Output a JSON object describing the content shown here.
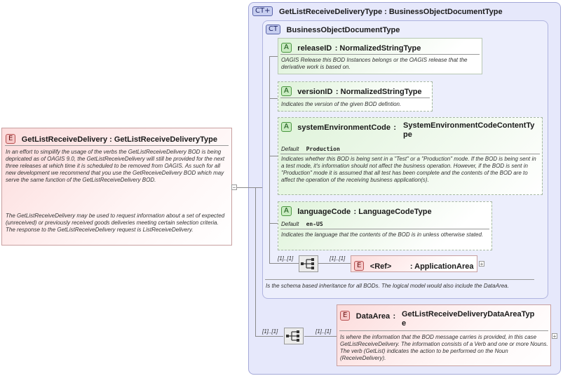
{
  "outer_ct": {
    "badge": "CT+",
    "title": "GetListReceiveDeliveryType : BusinessObjectDocumentType"
  },
  "inner_ct": {
    "badge": "CT",
    "title": "BusinessObjectDocumentType",
    "description": "Is the schema based inheritance for all BODs. The logical model would also include the DataArea."
  },
  "root": {
    "badge": "E",
    "title": "GetListReceiveDelivery : GetListReceiveDeliveryType",
    "desc1": "In an effort to simpilify the usage of the verbs the GetListReceiveDelivery BOD is being depricated as of OAGIS 9.0, the GetListReceiveDelivery will still be provided for the next three releases at which time it is scheduled to be removed from OAGIS.  As such for all new development we recommend that you use the GetReceiveDelivery BOD which may serve the same function of the GetListReceiveDelivery BOD.",
    "desc2": "The GetListReceiveDelivery may be used to request information about a set of expected (unreceived) or previously received goods deliveries meeting certain selection criteria.  The response to the GetListReceiveDelivery request is ListReceiveDelivery."
  },
  "attributes": [
    {
      "badge": "A",
      "name": "releaseID",
      "type": "NormalizedStringType",
      "description": "OAGIS Release this BOD Instances belongs or the OAGIS release that the derivative work is based on."
    },
    {
      "badge": "A",
      "name": "versionID",
      "type": "NormalizedStringType",
      "description": "Indicates the version of the given BOD defintion."
    },
    {
      "badge": "A",
      "name": "systemEnvironmentCode",
      "type_line1": "SystemEnvironmentCodeContentTy",
      "type_line2": "pe",
      "default_label": "Default",
      "default_value": "Production",
      "description": "Indicates whether this BOD is being sent in a \"Test\" or a \"Production\" mode. If the BOD is being sent in a test mode, it's information should not affect the business operation. However, if the BOD is sent in \"Production\" mode it is assumed that all test has been complete and the contents of the BOD are to affect the operation of the receiving business application(s)."
    },
    {
      "badge": "A",
      "name": "languageCode",
      "type": "LanguageCodeType",
      "default_label": "Default",
      "default_value": "en-US",
      "description": "Indicates the language that the contents of the BOD is in unless otherwise stated."
    }
  ],
  "app_area": {
    "badge": "E",
    "name": "<Ref>",
    "type": ": ApplicationArea",
    "occ_left": "[1]..[1]",
    "occ_right": "[1]..[1]"
  },
  "data_area": {
    "badge": "E",
    "name": "DataArea",
    "type_line1": "GetListReceiveDeliveryDataAreaTyp",
    "type_line2": "e",
    "occ_left": "[1]..[1]",
    "occ_right": "[1]..[1]",
    "description": "Is where the information that the BOD message carries is provided, in this case GetListReceiveDelivery. The information consists of a Verb and one or more Nouns. The verb (GetList) indicates the action to be performed on the Noun (ReceiveDelivery)."
  },
  "colors": {
    "ct_bg": "#e4e6fb",
    "ct_border": "#9ea3d6",
    "e_bg": "#fde3e3",
    "a_bg": "#e6f7e2"
  }
}
